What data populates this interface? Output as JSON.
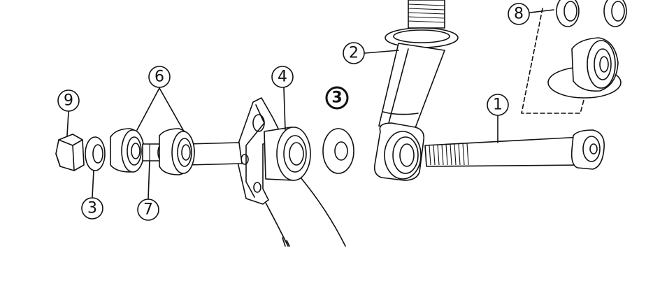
{
  "callouts": {
    "c1": "1",
    "c2": "2",
    "c3a": "3",
    "c3b": "3",
    "c4": "4",
    "c6": "6",
    "c7": "7",
    "c8": "8",
    "c9": "9"
  }
}
